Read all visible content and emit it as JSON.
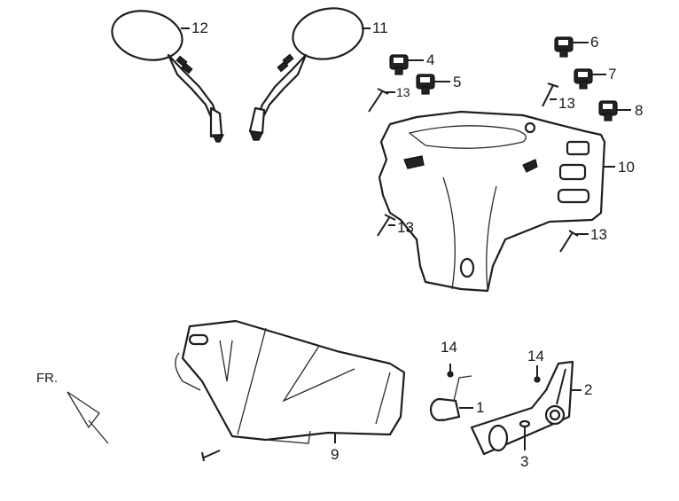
{
  "diagram": {
    "type": "exploded-parts-diagram",
    "subject": "handlebar cover assembly with mirrors",
    "direction_indicator": {
      "label": "FR."
    },
    "callouts": [
      {
        "id": "label-12",
        "text": "12",
        "part": "left mirror"
      },
      {
        "id": "label-11",
        "text": "11",
        "part": "right mirror"
      },
      {
        "id": "label-4",
        "text": "4",
        "part": "switch"
      },
      {
        "id": "label-5",
        "text": "5",
        "part": "switch"
      },
      {
        "id": "label-6",
        "text": "6",
        "part": "switch"
      },
      {
        "id": "label-7",
        "text": "7",
        "part": "switch"
      },
      {
        "id": "label-8",
        "text": "8",
        "part": "switch"
      },
      {
        "id": "label-13a",
        "text": "13",
        "part": "screw"
      },
      {
        "id": "label-13b",
        "text": "13",
        "part": "screw"
      },
      {
        "id": "label-13c",
        "text": "13",
        "part": "screw"
      },
      {
        "id": "label-13d",
        "text": "13",
        "part": "screw"
      },
      {
        "id": "label-10",
        "text": "10",
        "part": "rear handlebar cover"
      },
      {
        "id": "label-9",
        "text": "9",
        "part": "front handlebar cover"
      },
      {
        "id": "label-14a",
        "text": "14",
        "part": "screw"
      },
      {
        "id": "label-14b",
        "text": "14",
        "part": "screw"
      },
      {
        "id": "label-1",
        "text": "1",
        "part": "lamp socket"
      },
      {
        "id": "label-2",
        "text": "2",
        "part": "lamp holder bracket"
      },
      {
        "id": "label-3",
        "text": "3",
        "part": "washer"
      }
    ]
  }
}
